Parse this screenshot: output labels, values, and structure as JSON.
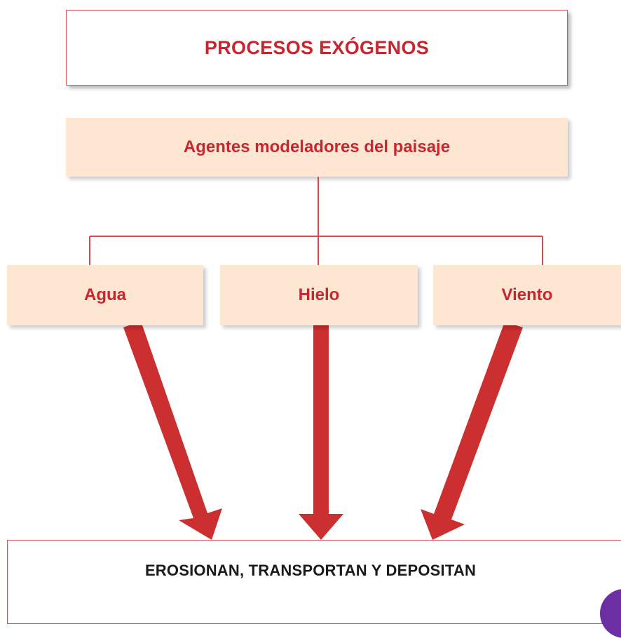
{
  "title": "PROCESOS EXÓGENOS",
  "main_node": "Agentes modeladores del paisaje",
  "agents": [
    "Agua",
    "Hielo",
    "Viento"
  ],
  "result": "EROSIONAN, TRANSPORTAN Y DEPOSITAN",
  "colors": {
    "accent_red": "#c8262e",
    "arrow_red": "#cc2f2f",
    "box_fill": "#fde7d3",
    "border": "#d4545c",
    "line": "#d14a4e",
    "corner_purple": "#6b2ea3"
  }
}
